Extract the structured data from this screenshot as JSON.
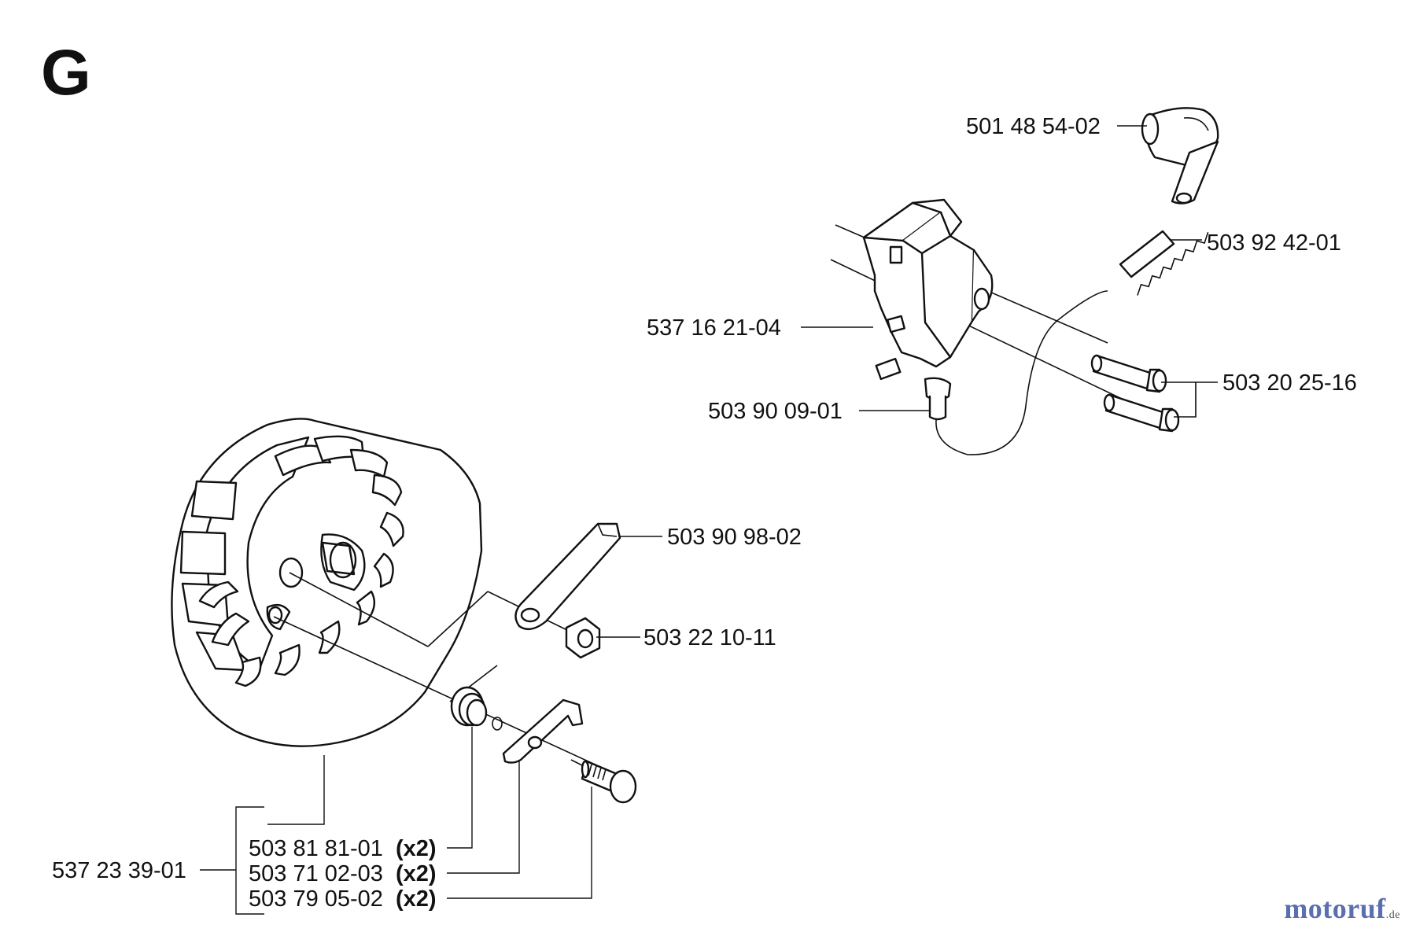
{
  "section": {
    "letter": "G"
  },
  "parts": {
    "spark_plug_cap": "501 48 54-02",
    "spring": "503 92 42-01",
    "ignition_module": "537 16 21-04",
    "screws": "503 20 25-16",
    "cable_terminal": "503 90 09-01",
    "pawl": "503 90 98-02",
    "nut": "503 22 10-11",
    "flywheel": "537 23 39-01",
    "starter_spring": {
      "number": "503 81 81-01",
      "qty": "(x2)"
    },
    "starter_pawl": {
      "number": "503 71 02-03",
      "qty": "(x2)"
    },
    "pawl_pin": {
      "number": "503 79 05-02",
      "qty": "(x2)"
    }
  },
  "watermark": {
    "main": "motoruf",
    "tld": ".de"
  }
}
